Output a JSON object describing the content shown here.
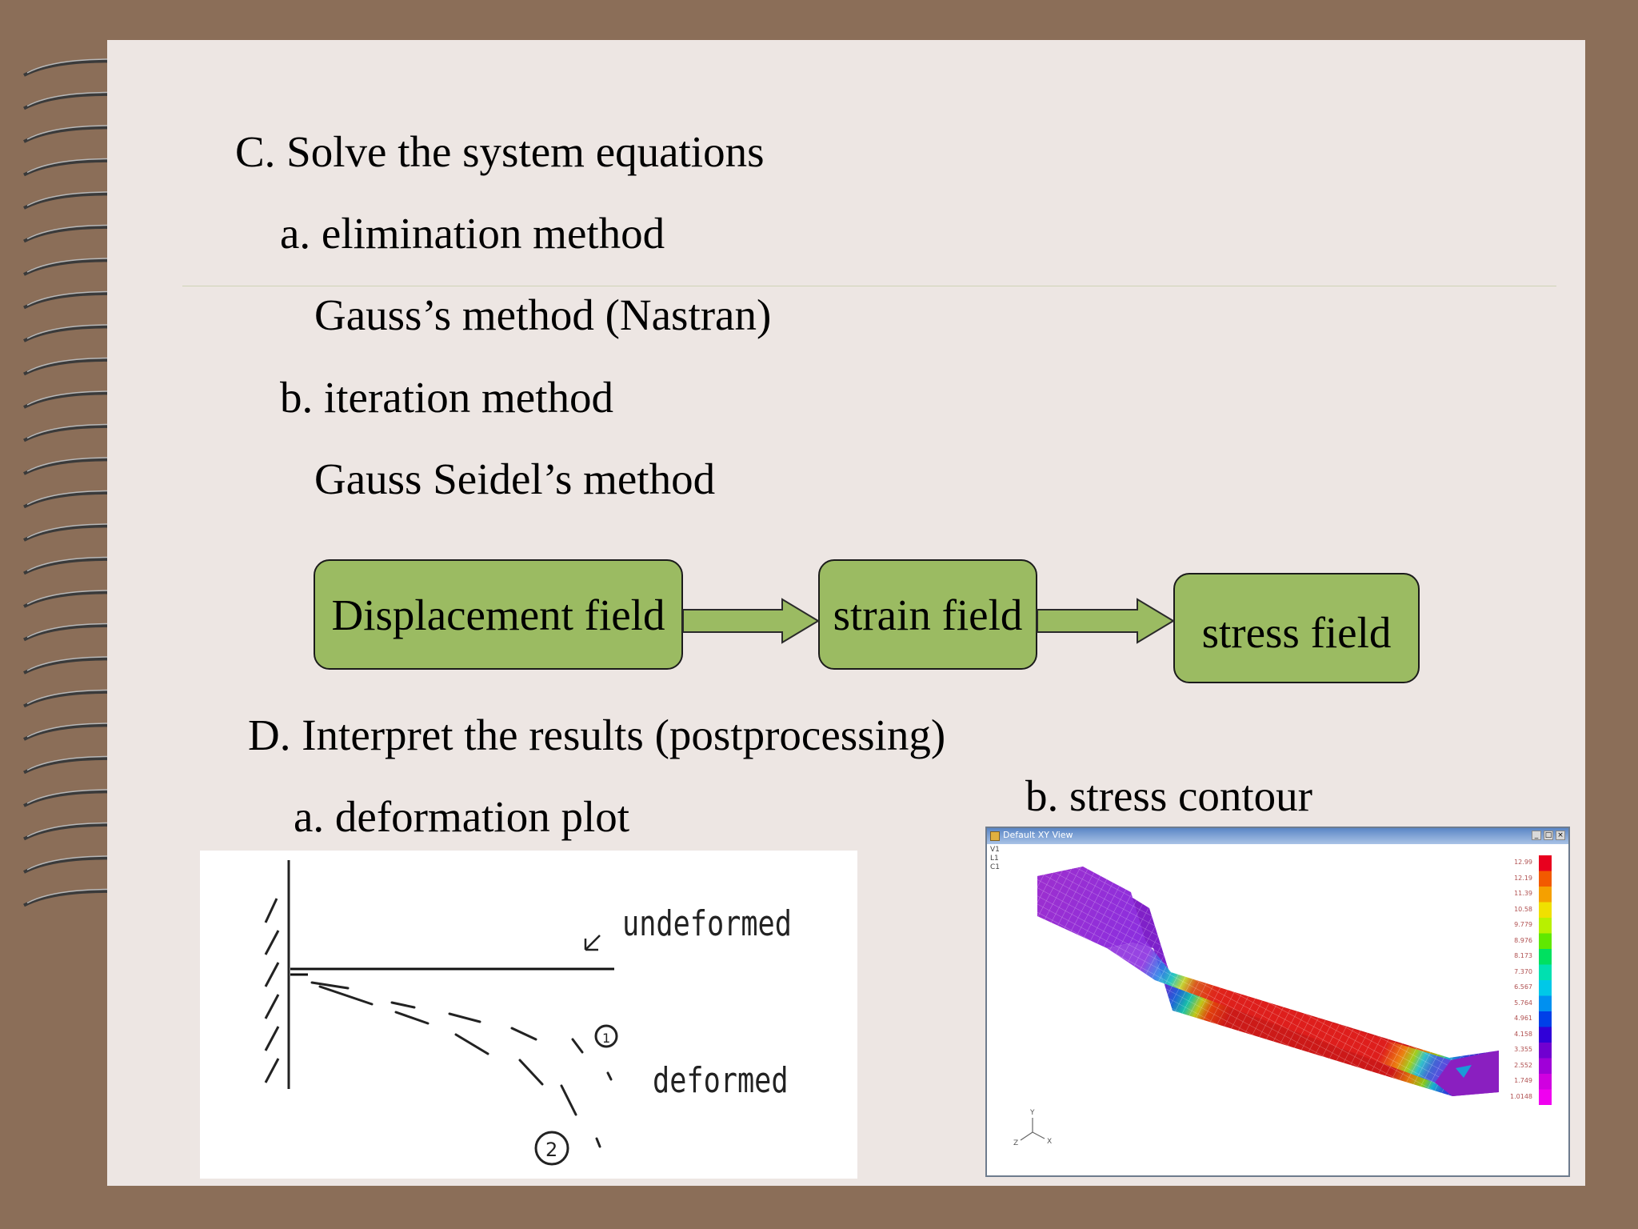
{
  "slide": {
    "heading_c": "C. Solve the system equations",
    "item_a": "a. elimination method",
    "item_a_sub": "Gauss’s method (Nastran)",
    "item_b": "b. iteration method",
    "item_b_sub": "Gauss Seidel’s method",
    "heading_d": "D. Interpret the results (postprocessing)",
    "item_d_a": "a. deformation plot",
    "item_d_b": "b. stress contour"
  },
  "flow": {
    "boxes": [
      "Displacement field",
      "strain field",
      "stress field"
    ],
    "box_color": "#9bbb62"
  },
  "deformation_plot": {
    "undeformed_label": "undeformed",
    "deformed_label": "deformed",
    "marker_1": "1",
    "marker_2": "2"
  },
  "stress_window": {
    "title": "Default XY View",
    "buttons": [
      "_",
      "□",
      "×"
    ],
    "corner_labels": [
      "V1",
      "L1",
      "C1"
    ],
    "axis_labels": [
      "Y",
      "Z",
      "X"
    ],
    "legend_values": [
      "12.99",
      "12.19",
      "11.39",
      "10.58",
      "9.779",
      "8.976",
      "8.173",
      "7.370",
      "6.567",
      "5.764",
      "4.961",
      "4.158",
      "3.355",
      "2.552",
      "1.749",
      "1.0148"
    ],
    "legend_colors": [
      "#e8001e",
      "#f25a00",
      "#f5a000",
      "#f0e000",
      "#b8f000",
      "#60e800",
      "#00e060",
      "#00e0b0",
      "#00c8e8",
      "#0090f0",
      "#0040e8",
      "#3000d8",
      "#7000d0",
      "#a000d8",
      "#d000e0",
      "#f000f0"
    ]
  }
}
